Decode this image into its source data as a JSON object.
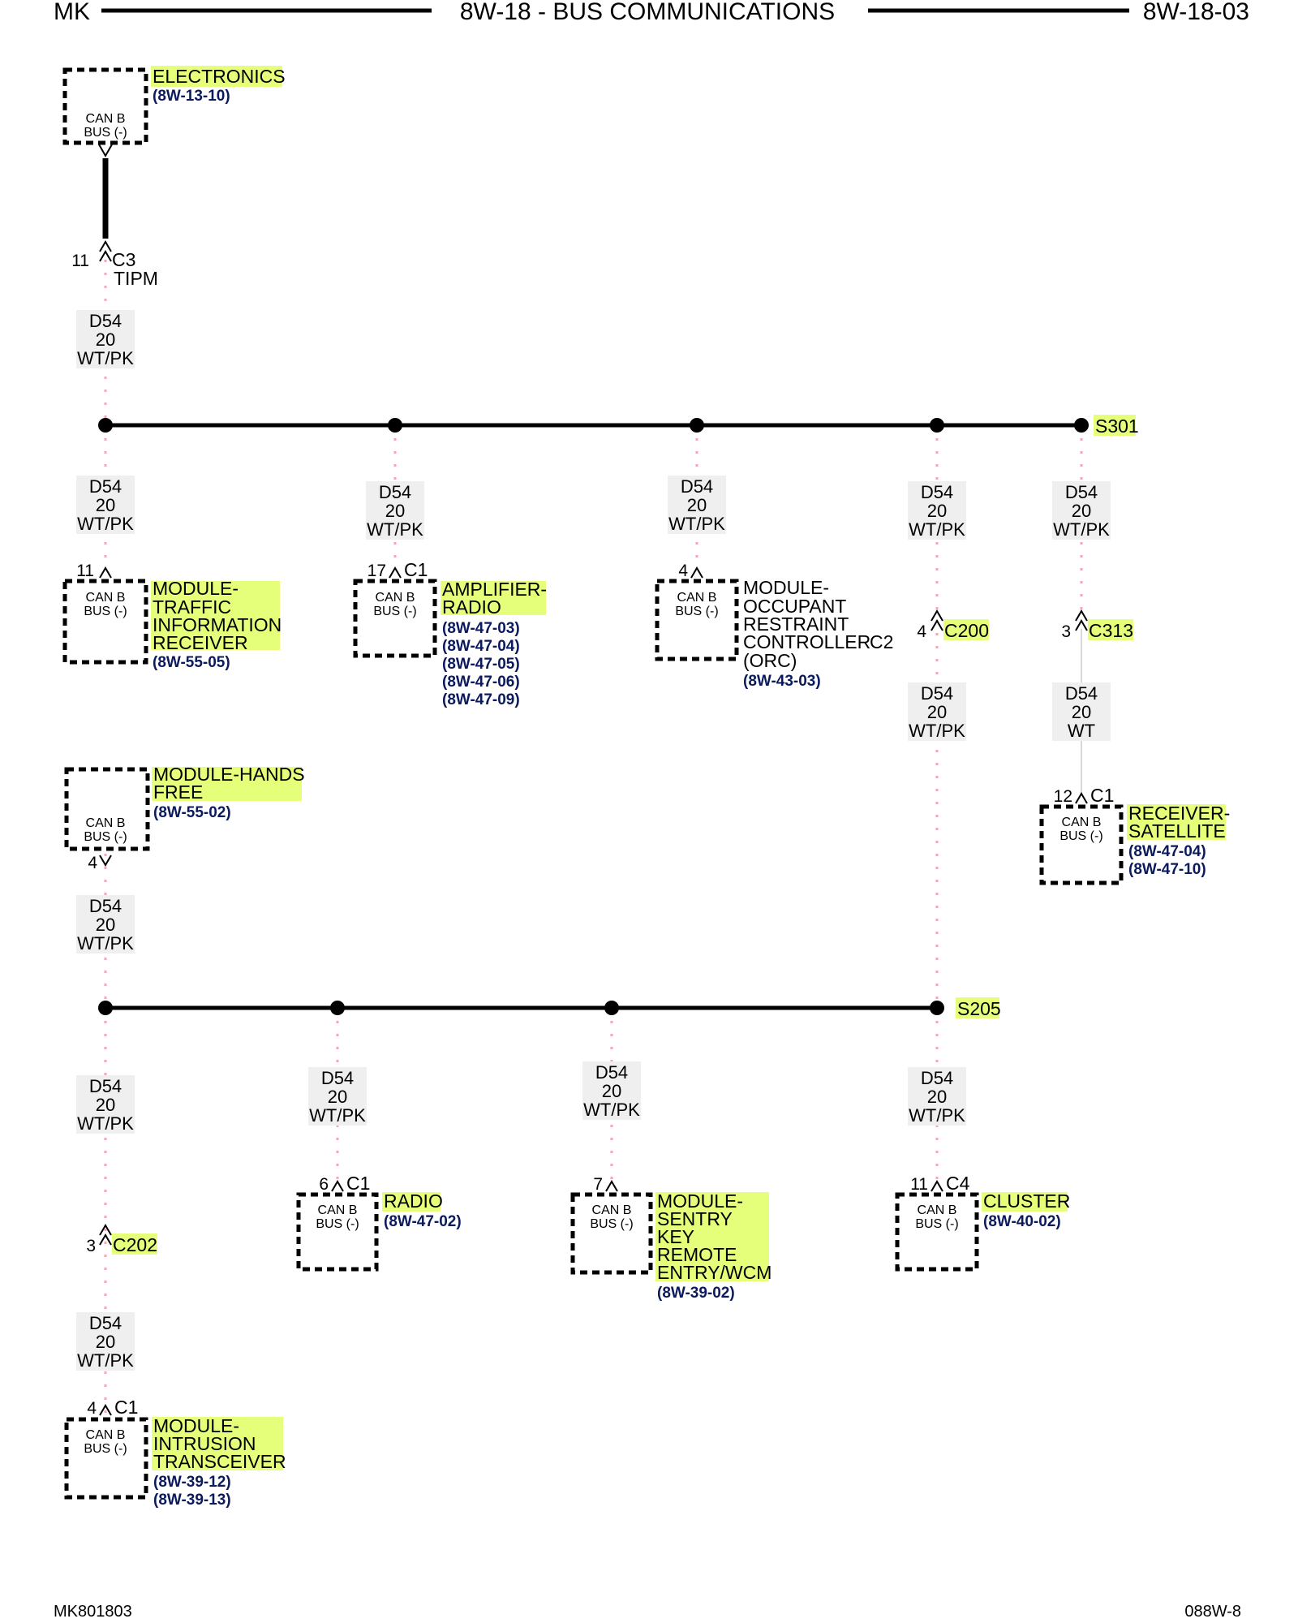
{
  "header": {
    "left": "MK",
    "title": "8W-18 - BUS COMMUNICATIONS",
    "page": "8W-18-03"
  },
  "footer": {
    "left": "MK801803",
    "right": "088W-8"
  },
  "can_label": [
    "CAN B",
    "BUS (-)"
  ],
  "colors": {
    "highlight": "#e6ff7a",
    "wire": "#f4a6b8",
    "bus": "#000000",
    "ref_text": "#0b1a5c"
  },
  "splices": {
    "s301": "S301",
    "s205": "S205"
  },
  "wire": {
    "circuit": "D54",
    "gauge": "20",
    "color": "WT/PK",
    "color_alt": "WT"
  },
  "connectors": {
    "tipm": {
      "pin": "11",
      "name": "C3",
      "module": "TIPM"
    },
    "c200": {
      "pin": "4",
      "name": "C200"
    },
    "c313": {
      "pin": "3",
      "name": "C313"
    },
    "c202": {
      "pin": "3",
      "name": "C202"
    },
    "hands_free": {
      "pin": "4"
    }
  },
  "modules": {
    "electronics": {
      "lines": [
        "ELECTRONICS"
      ],
      "refs": [
        "(8W-13-10)"
      ]
    },
    "traffic": {
      "pin": "11",
      "conn": "",
      "lines": [
        "MODULE-",
        "TRAFFIC",
        "INFORMATION",
        "RECEIVER"
      ],
      "refs": [
        "(8W-55-05)"
      ]
    },
    "amplifier": {
      "pin": "17",
      "conn": "C1",
      "lines": [
        "AMPLIFIER-",
        "RADIO"
      ],
      "refs": [
        "(8W-47-03)",
        "(8W-47-04)",
        "(8W-47-05)",
        "(8W-47-06)",
        "(8W-47-09)"
      ]
    },
    "orc": {
      "pin": "4",
      "conn": "C2",
      "lines": [
        "MODULE-",
        "OCCUPANT",
        "RESTRAINT",
        "CONTROLLER",
        "(ORC)"
      ],
      "refs": [
        "(8W-43-03)"
      ]
    },
    "hands_free": {
      "lines": [
        "MODULE-HANDS",
        "FREE"
      ],
      "refs": [
        "(8W-55-02)"
      ]
    },
    "satellite": {
      "pin": "12",
      "conn": "C1",
      "lines": [
        "RECEIVER-",
        "SATELLITE"
      ],
      "refs": [
        "(8W-47-04)",
        "(8W-47-10)"
      ]
    },
    "radio": {
      "pin": "6",
      "conn": "C1",
      "lines": [
        "RADIO"
      ],
      "refs": [
        "(8W-47-02)"
      ]
    },
    "sentry": {
      "pin": "7",
      "conn": "",
      "lines": [
        "MODULE-",
        "SENTRY",
        "KEY",
        "REMOTE",
        "ENTRY/WCM"
      ],
      "refs": [
        "(8W-39-02)"
      ]
    },
    "cluster": {
      "pin": "11",
      "conn": "C4",
      "lines": [
        "CLUSTER"
      ],
      "refs": [
        "(8W-40-02)"
      ]
    },
    "intrusion": {
      "pin": "4",
      "conn": "C1",
      "lines": [
        "MODULE-",
        "INTRUSION",
        "TRANSCEIVER"
      ],
      "refs": [
        "(8W-39-12)",
        "(8W-39-13)"
      ]
    }
  }
}
